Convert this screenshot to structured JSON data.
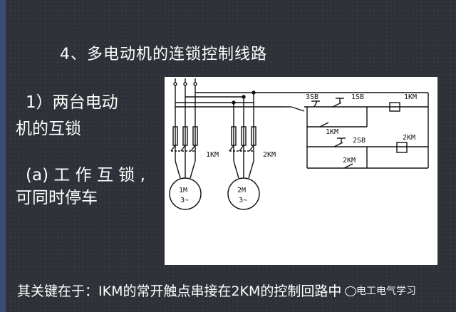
{
  "slide": {
    "title": "4、多电动机的连锁控制线路",
    "subtitle_line1": "1）两台电动",
    "subtitle_line2": "机的互锁",
    "case_line1": "(a) 工 作 互 锁 ,",
    "case_line2": "可同时停车",
    "caption": "其关键在于：IKM的常开触点串接在2KM的控制回路中",
    "watermark": "电工电气学习"
  },
  "diagram": {
    "motor1_name": "1M",
    "motor1_phase": "3~",
    "motor2_name": "2M",
    "motor2_phase": "3~",
    "km1_main": "1KM",
    "km2_main": "2KM",
    "stop_button": "3SB",
    "start1_button": "1SB",
    "coil1": "1KM",
    "hold1_contact": "1KM",
    "start2_button": "2SB",
    "coil2": "2KM",
    "hold2_contact": "2KM"
  }
}
